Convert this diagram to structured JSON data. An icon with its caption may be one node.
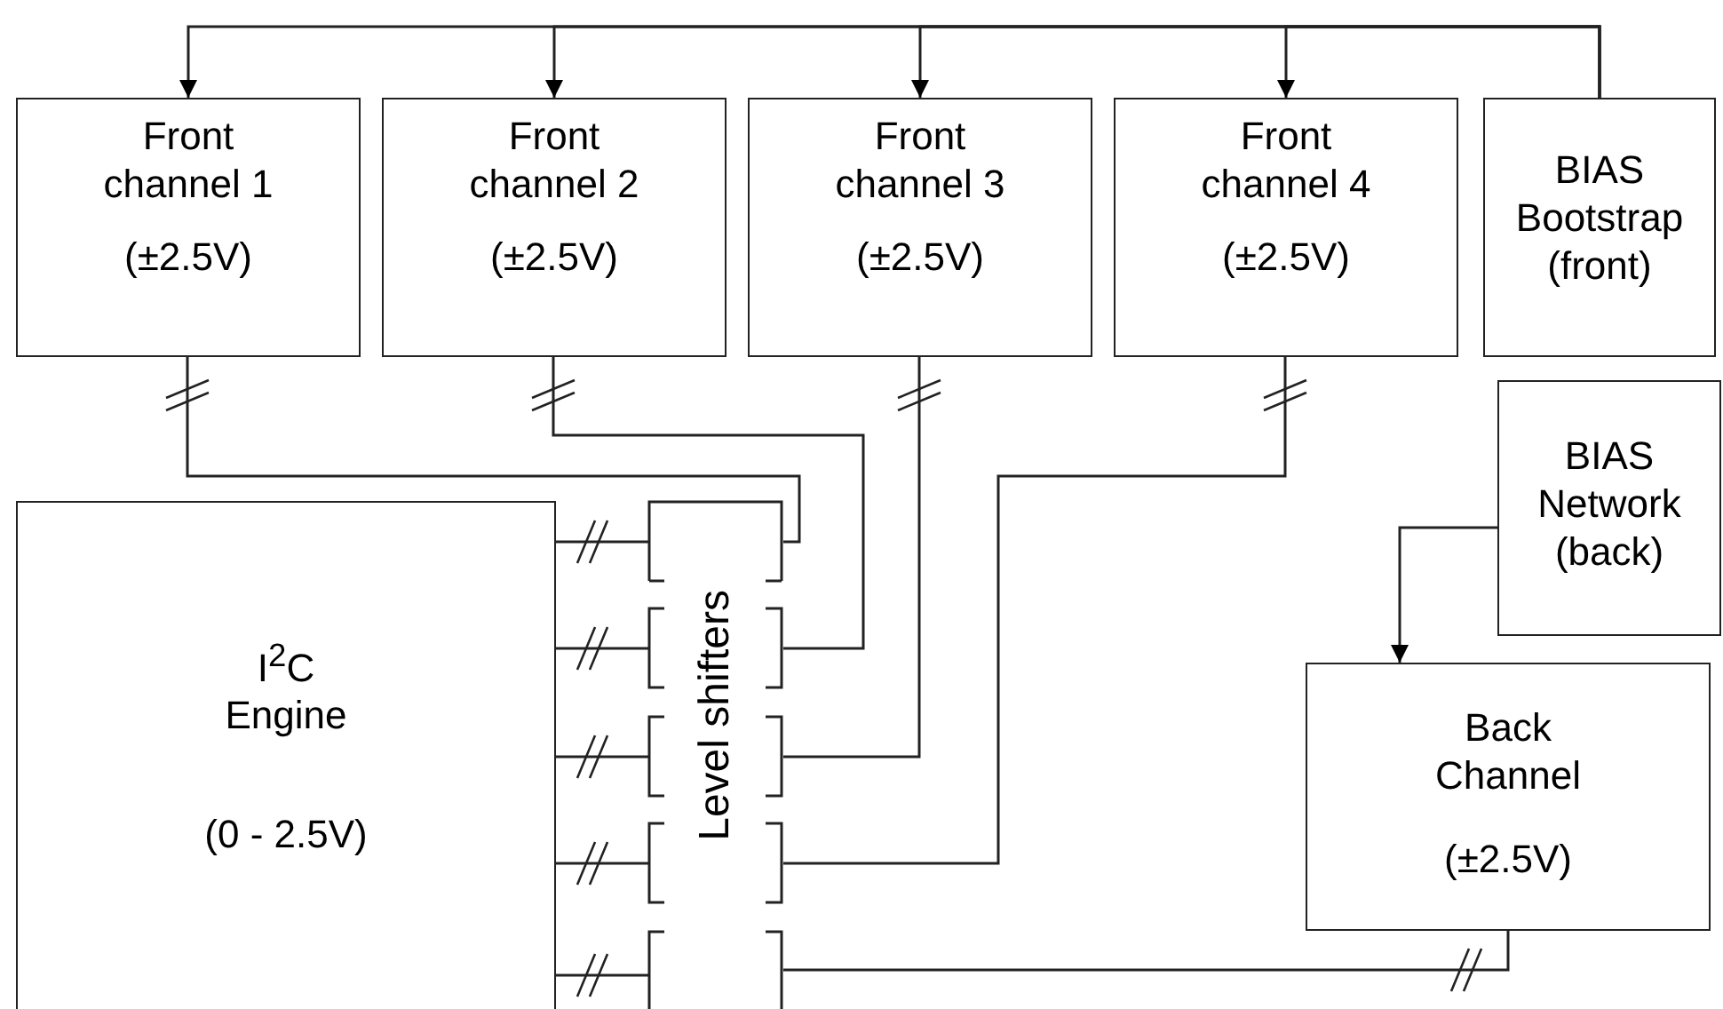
{
  "diagram": {
    "nodes": [
      {
        "text": [
          "Front channel 1",
          "(±2.5V)"
        ]
      },
      {
        "text": [
          "Front channel 2",
          "(±2.5V)"
        ]
      },
      {
        "text": [
          "Front channel 3",
          "(±2.5V)"
        ]
      },
      {
        "text": [
          "Front channel 4",
          "(±2.5V)"
        ]
      },
      {
        "text": [
          "BIAS Bootstrap (front)"
        ]
      },
      {
        "text": [
          "BIAS Network (back)"
        ]
      },
      {
        "text": [
          "I$^{2}$C Engine",
          "(0 - 2.5V)"
        ]
      },
      {
        "text": [
          "Level shifters"
        ]
      },
      {
        "text": [],
        "shape": "box"
      },
      {
        "text": [],
        "shape": "box"
      },
      {
        "text": [],
        "shape": "box"
      },
      {
        "text": [],
        "shape": "box"
      },
      {
        "text": [],
        "shape": "box"
      },
      {
        "text": [
          "Back Channel",
          "(±2.5V)"
        ]
      }
    ],
    "edges": [
      {
        "from": 4,
        "to": 0,
        "arrow": "to"
      },
      {
        "from": 4,
        "to": 1,
        "arrow": "to"
      },
      {
        "from": 4,
        "to": 2,
        "arrow": "to"
      },
      {
        "from": 4,
        "to": 3,
        "arrow": "to"
      },
      {
        "from": 0,
        "to": 8,
        "arrow": "none"
      },
      {
        "from": 1,
        "to": 9,
        "arrow": "none"
      },
      {
        "from": 2,
        "to": 10,
        "arrow": "none"
      },
      {
        "from": 3,
        "to": 11,
        "arrow": "none"
      },
      {
        "from": 12,
        "to": 13,
        "arrow": "none"
      },
      {
        "from": 6,
        "to": 8,
        "arrow": "none"
      },
      {
        "from": 6,
        "to": 9,
        "arrow": "none"
      },
      {
        "from": 6,
        "to": 10,
        "arrow": "none"
      },
      {
        "from": 6,
        "to": 11,
        "arrow": "none"
      },
      {
        "from": 6,
        "to": 12,
        "arrow": "none"
      },
      {
        "from": 5,
        "to": 13,
        "arrow": "to"
      }
    ]
  }
}
